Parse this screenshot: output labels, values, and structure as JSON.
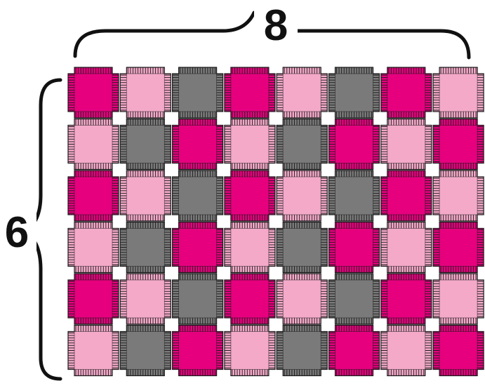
{
  "labels": {
    "columns": "8",
    "rows": "6"
  },
  "grid": {
    "columns": 8,
    "rows": 6,
    "pattern": [
      [
        "magenta",
        "pink",
        "gray",
        "magenta",
        "pink",
        "gray",
        "magenta",
        "pink"
      ],
      [
        "pink",
        "gray",
        "magenta",
        "pink",
        "gray",
        "magenta",
        "pink",
        "magenta"
      ],
      [
        "magenta",
        "pink",
        "gray",
        "magenta",
        "pink",
        "gray",
        "magenta",
        "pink"
      ],
      [
        "pink",
        "gray",
        "magenta",
        "pink",
        "gray",
        "magenta",
        "pink",
        "magenta"
      ],
      [
        "magenta",
        "pink",
        "gray",
        "magenta",
        "pink",
        "gray",
        "magenta",
        "pink"
      ],
      [
        "pink",
        "gray",
        "magenta",
        "pink",
        "gray",
        "magenta",
        "pink",
        "magenta"
      ]
    ]
  },
  "colors": {
    "magenta": "#e6007e",
    "pink": "#f4a9c9",
    "gray": "#7a7a7a",
    "outline": "#1a1a1a"
  }
}
